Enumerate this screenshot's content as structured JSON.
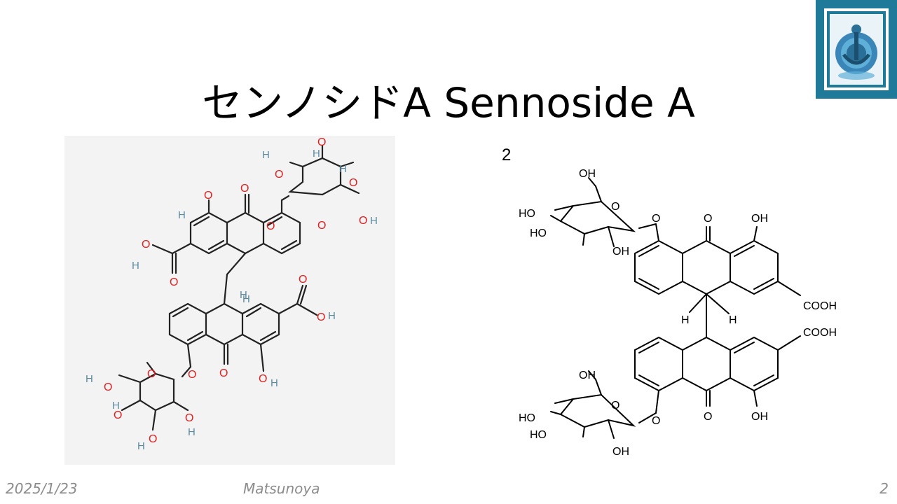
{
  "slide": {
    "title": "センノシドA  Sennoside A",
    "structure_number": "2",
    "footer": {
      "date": "2025/1/23",
      "author": "Matsunoya",
      "page": "2"
    }
  },
  "left_structure": {
    "atoms": {
      "oxygen": "O",
      "hydroxyl_h": "H",
      "stereo_h": "H"
    },
    "colors": {
      "oxygen": "#e02020",
      "hydrogen": "#5a8aa0",
      "bond": "#222222",
      "background": "#f3f3f3"
    }
  },
  "right_structure": {
    "labels": {
      "oh": "OH",
      "ho": "HO",
      "o": "O",
      "cooh": "COOH",
      "h": "H"
    }
  }
}
